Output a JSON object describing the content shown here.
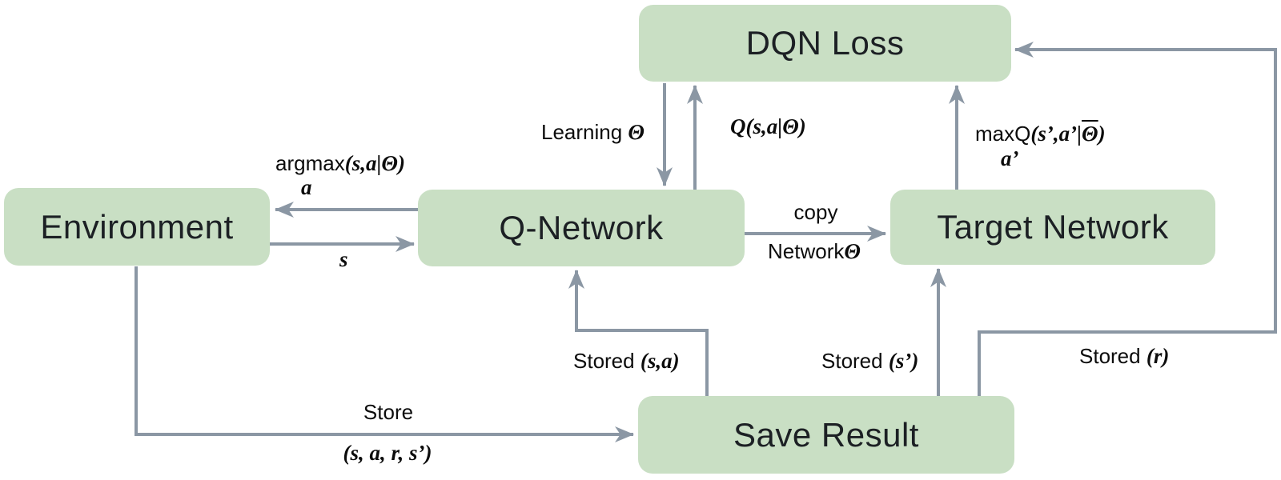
{
  "diagram_type": "flow-diagram",
  "topic": "Deep Q-Network (DQN) training loop",
  "colors": {
    "box_fill": "#c9dfc4",
    "arrow": "#8b97a4",
    "label_text": "#0c0c0c",
    "background": "#ffffff"
  },
  "boxes": {
    "environment": {
      "label": "Environment"
    },
    "q_network": {
      "label": "Q-Network"
    },
    "target_network": {
      "label": "Target Network"
    },
    "dqn_loss": {
      "label": "DQN Loss"
    },
    "save_result": {
      "label": "Save Result"
    }
  },
  "edge_labels": {
    "argmax": {
      "fn": "argmax",
      "math": "(s,a|Θ)",
      "sub": "a"
    },
    "state": {
      "math": "s"
    },
    "learning": {
      "plain": "Learning ",
      "math": "Θ"
    },
    "q_value": {
      "math": "Q(s,a|Θ)"
    },
    "copy": {
      "line1": "copy",
      "line2_plain": "Network",
      "line2_math": "Θ"
    },
    "max_q": {
      "fn": "maxQ",
      "math_open": "(s’,a’|",
      "theta": "Θ",
      "math_close": ")",
      "sub": "a’"
    },
    "store": {
      "plain": "Store",
      "math": "(s, a, r, s’)"
    },
    "stored_sa": {
      "plain": "Stored ",
      "math": "(s,a)"
    },
    "stored_s_prime": {
      "plain": "Stored ",
      "math": "(s’)"
    },
    "stored_r": {
      "plain": "Stored ",
      "math": "(r)"
    }
  },
  "edges": [
    {
      "from": "q_network",
      "to": "environment",
      "label": "argmax(s,a|Θ) a"
    },
    {
      "from": "environment",
      "to": "q_network",
      "label": "s"
    },
    {
      "from": "dqn_loss",
      "to": "q_network",
      "label": "Learning Θ"
    },
    {
      "from": "q_network",
      "to": "dqn_loss",
      "label": "Q(s,a|Θ)"
    },
    {
      "from": "q_network",
      "to": "target_network",
      "label": "copy NetworkΘ"
    },
    {
      "from": "target_network",
      "to": "dqn_loss",
      "label": "maxQ(s’,a’|Θ̄) a’"
    },
    {
      "from": "environment",
      "to": "save_result",
      "label": "Store (s, a, r, s’)"
    },
    {
      "from": "save_result",
      "to": "q_network",
      "label": "Stored (s,a)"
    },
    {
      "from": "save_result",
      "to": "target_network",
      "label": "Stored (s’)"
    },
    {
      "from": "save_result",
      "to": "dqn_loss",
      "label": "Stored (r)"
    }
  ]
}
